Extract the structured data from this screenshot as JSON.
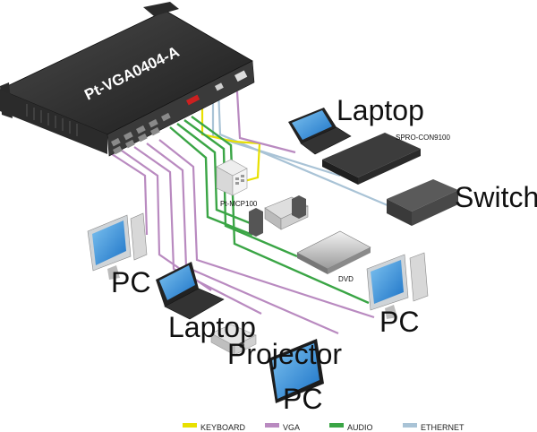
{
  "device": {
    "model": "Pt-VGA0404-A"
  },
  "labels": {
    "laptop_top": "Laptop",
    "spro": "SPRO-CON9100",
    "switch": "Switch",
    "mcp": "Pt-MCP100",
    "dvd": "DVD",
    "pc_left": "PC",
    "laptop_bottom": "Laptop",
    "projector": "Projector",
    "pc_right": "PC",
    "pc_bottom": "PC"
  },
  "legend": [
    {
      "label": "KEYBOARD",
      "color": "#e8e000"
    },
    {
      "label": "VGA",
      "color": "#b98ac0"
    },
    {
      "label": "AUDIO",
      "color": "#3aa545"
    },
    {
      "label": "ETHERNET",
      "color": "#a9c3d6"
    }
  ],
  "colors": {
    "keyboard": "#e8e000",
    "vga": "#b98ac0",
    "audio": "#3aa545",
    "ethernet": "#a9c3d6"
  }
}
